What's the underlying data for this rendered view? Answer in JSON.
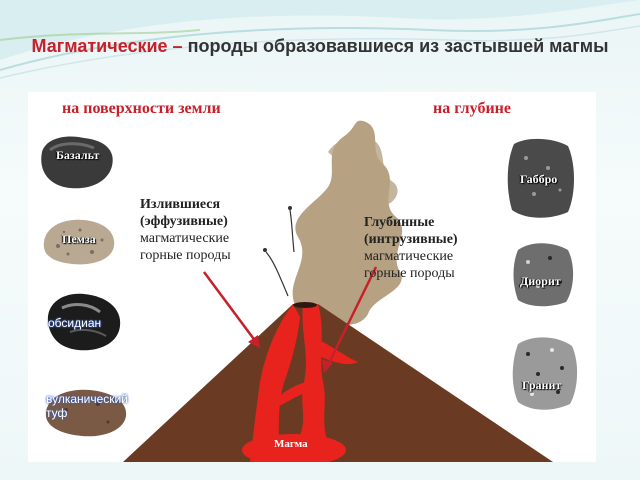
{
  "title": {
    "accent": "Магматические –",
    "rest": " породы образовавшиеся из застывшей магмы"
  },
  "headers": {
    "surface": "на поверхности земли",
    "depth": "на глубине"
  },
  "effusive": {
    "line1": "Излившиеся",
    "line2": "(эффузивные)",
    "line3": "магматические",
    "line4": "горные породы"
  },
  "intrusive": {
    "line1": "Глубинные",
    "line2": "(интрузивные)",
    "line3": "магматические",
    "line4": "горные породы"
  },
  "rocks": {
    "basalt": "Базальт",
    "pumice": "Пемза",
    "obsidian": "обсидиан",
    "tuff_line1": "вулканический",
    "tuff_line2": "туф",
    "gabbro": "Габбро",
    "diorite": "Диорит",
    "granite": "Гранит"
  },
  "magma": "Магма",
  "colors": {
    "accent_red": "#c8202a",
    "lava": "#e8231e",
    "volcano": "#6b3a22",
    "smoke": "#b09a78"
  }
}
